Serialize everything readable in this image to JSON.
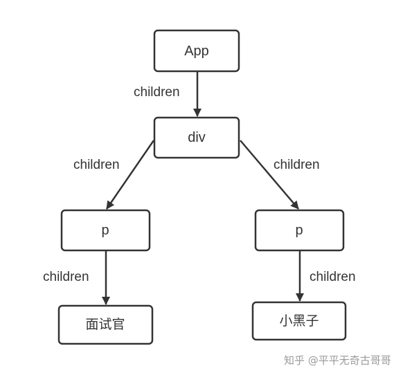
{
  "diagram": {
    "nodes": [
      {
        "id": "app",
        "label": "App"
      },
      {
        "id": "div",
        "label": "div"
      },
      {
        "id": "p-left",
        "label": "p"
      },
      {
        "id": "p-right",
        "label": "p"
      },
      {
        "id": "leaf-left",
        "label": "面试官"
      },
      {
        "id": "leaf-right",
        "label": "小黑子"
      }
    ],
    "edges": [
      {
        "from": "app",
        "to": "div",
        "label": "children"
      },
      {
        "from": "div",
        "to": "p-left",
        "label": "children"
      },
      {
        "from": "div",
        "to": "p-right",
        "label": "children"
      },
      {
        "from": "p-left",
        "to": "leaf-left",
        "label": "children"
      },
      {
        "from": "p-right",
        "to": "leaf-right",
        "label": "children"
      }
    ]
  },
  "watermark": "知乎 @平平无奇古哥哥"
}
